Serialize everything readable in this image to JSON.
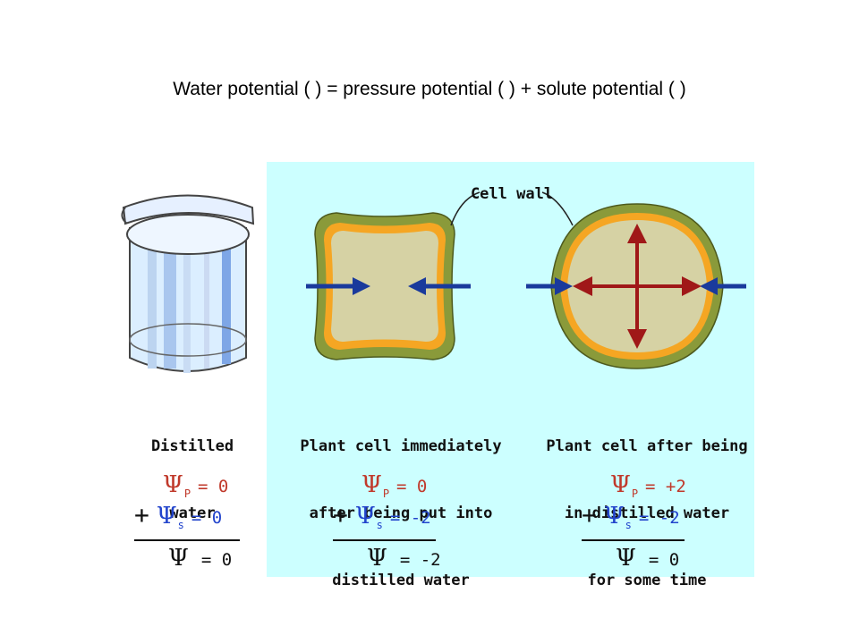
{
  "title": "Water potential ( ) = pressure potential ( ) + solute potential ( )",
  "callout": "Cell wall",
  "columns": [
    {
      "label_line1": "Distilled",
      "label_line2": "water",
      "label_line3": "",
      "psi_p": "= 0",
      "psi_s": "= 0",
      "psi": "= 0"
    },
    {
      "label_line1": "Plant cell immediately",
      "label_line2": "after being put into",
      "label_line3": "distilled water",
      "psi_p": "= 0",
      "psi_s": "= -2",
      "psi": "= -2"
    },
    {
      "label_line1": "Plant cell after being",
      "label_line2": "in distilled water",
      "label_line3": "for some time",
      "psi_p": "= +2",
      "psi_s": "= -2",
      "psi": "= 0"
    }
  ],
  "symbols": {
    "psi": "Ψ",
    "sub_p": "P",
    "sub_s": "s",
    "plus": "+"
  },
  "colors": {
    "panel": "#ccffff",
    "cell_wall": "#8a9a3a",
    "membrane": "#f5a623",
    "cytoplasm": "#d6d2a4",
    "influx_arrow": "#1a3a9c",
    "pressure_arrow": "#a01818",
    "pressure_text": "#c0392b",
    "solute_text": "#2244cc"
  }
}
